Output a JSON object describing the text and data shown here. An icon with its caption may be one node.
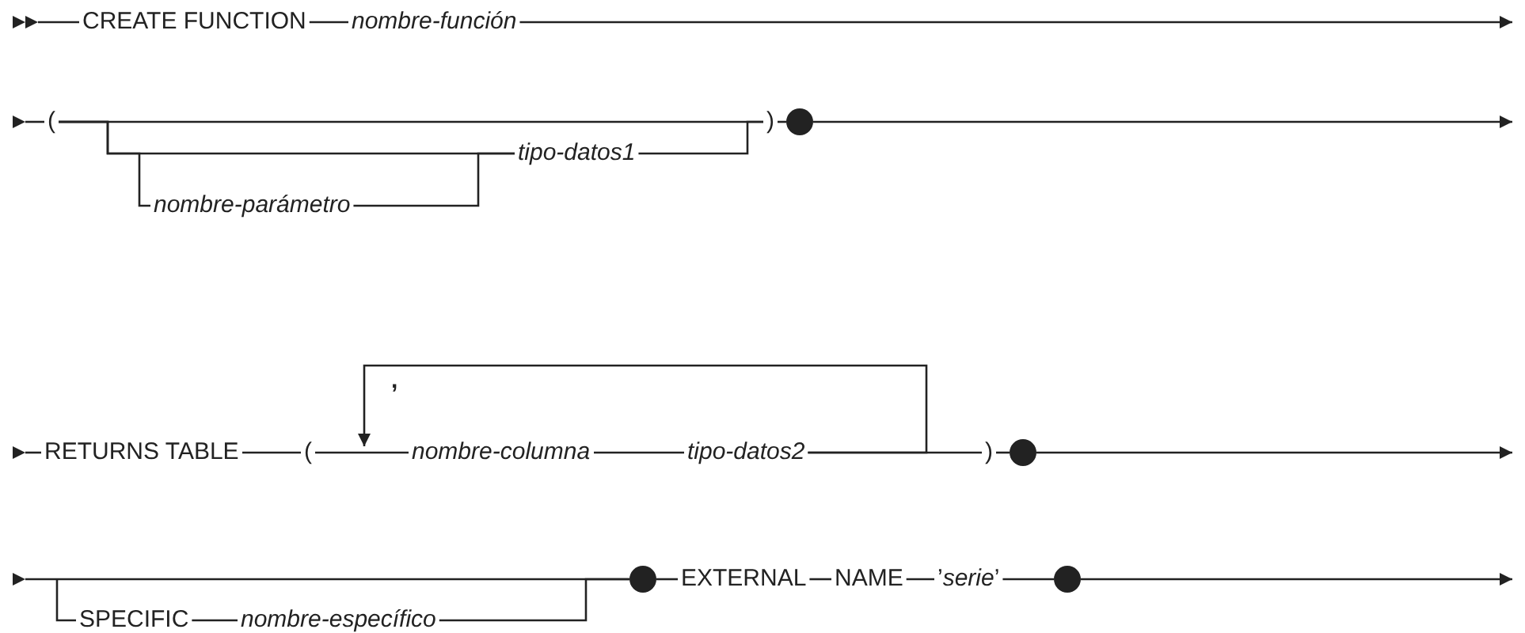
{
  "diagram": {
    "nodes": [
      {
        "text": [
          "CREATE FUNCTION"
        ]
      },
      {
        "text": [
          "nombre-función"
        ]
      },
      {
        "text": [
          "("
        ]
      },
      {
        "text": [
          "tipo-datos1"
        ]
      },
      {
        "text": [
          "nombre-parámetro"
        ]
      },
      {
        "text": [
          ")"
        ]
      },
      {
        "text": [],
        "shape": "circle"
      },
      {
        "text": [
          "RETURNS TABLE"
        ]
      },
      {
        "text": [
          "("
        ]
      },
      {
        "text": [
          "nombre-columna"
        ]
      },
      {
        "text": [
          "tipo-datos2"
        ]
      },
      {
        "text": [
          ")"
        ]
      },
      {
        "text": [],
        "shape": "circle"
      },
      {
        "text": [
          "SPECIFIC"
        ]
      },
      {
        "text": [
          "nombre-específico"
        ]
      },
      {
        "text": [],
        "shape": "circle"
      },
      {
        "text": [
          "EXTERNAL"
        ]
      },
      {
        "text": [
          "NAME"
        ]
      },
      {
        "text": [
          "’*serie*’"
        ]
      },
      {
        "text": [],
        "shape": "circle"
      },
      {
        "text": [],
        "shape": "triangle"
      },
      {
        "text": [],
        "shape": "triangle"
      },
      {
        "text": [],
        "shape": "triangle"
      },
      {
        "text": [],
        "shape": "triangle"
      }
    ],
    "edges": [
      {
        "from": 20,
        "to": 0,
        "arrow": "none"
      },
      {
        "from": 0,
        "to": 1,
        "arrow": "none"
      },
      {
        "from": 1,
        "to": null,
        "arrow": "to"
      },
      {
        "from": 21,
        "to": 2,
        "arrow": "none"
      },
      {
        "from": 2,
        "to": 5,
        "arrow": "none"
      },
      {
        "from": 2,
        "to": 3,
        "arrow": "none"
      },
      {
        "from": 2,
        "to": 4,
        "arrow": "none"
      },
      {
        "from": 4,
        "to": 3,
        "arrow": "none"
      },
      {
        "from": 3,
        "to": 5,
        "arrow": "none"
      },
      {
        "from": 5,
        "to": 6,
        "arrow": "none"
      },
      {
        "from": 6,
        "to": null,
        "arrow": "to"
      },
      {
        "from": 22,
        "to": 7,
        "arrow": "none"
      },
      {
        "from": 7,
        "to": 8,
        "arrow": "none"
      },
      {
        "from": 8,
        "to": 9,
        "arrow": "none"
      },
      {
        "from": 9,
        "to": 10,
        "arrow": "none"
      },
      {
        "from": 10,
        "to": 11,
        "arrow": "none"
      },
      {
        "from": 10,
        "to": 9,
        "arrow": "to",
        "label": ","
      },
      {
        "from": 11,
        "to": 12,
        "arrow": "none"
      },
      {
        "from": 12,
        "to": null,
        "arrow": "to"
      },
      {
        "from": 23,
        "to": 15,
        "arrow": "none"
      },
      {
        "from": null,
        "to": 13,
        "arrow": "none"
      },
      {
        "from": 13,
        "to": 14,
        "arrow": "none"
      },
      {
        "from": 14,
        "to": 15,
        "arrow": "none"
      },
      {
        "from": 15,
        "to": 16,
        "arrow": "none"
      },
      {
        "from": 16,
        "to": 17,
        "arrow": "none"
      },
      {
        "from": 17,
        "to": 18,
        "arrow": "none"
      },
      {
        "from": 18,
        "to": 19,
        "arrow": "none"
      },
      {
        "from": 19,
        "to": null,
        "arrow": "to"
      }
    ]
  }
}
